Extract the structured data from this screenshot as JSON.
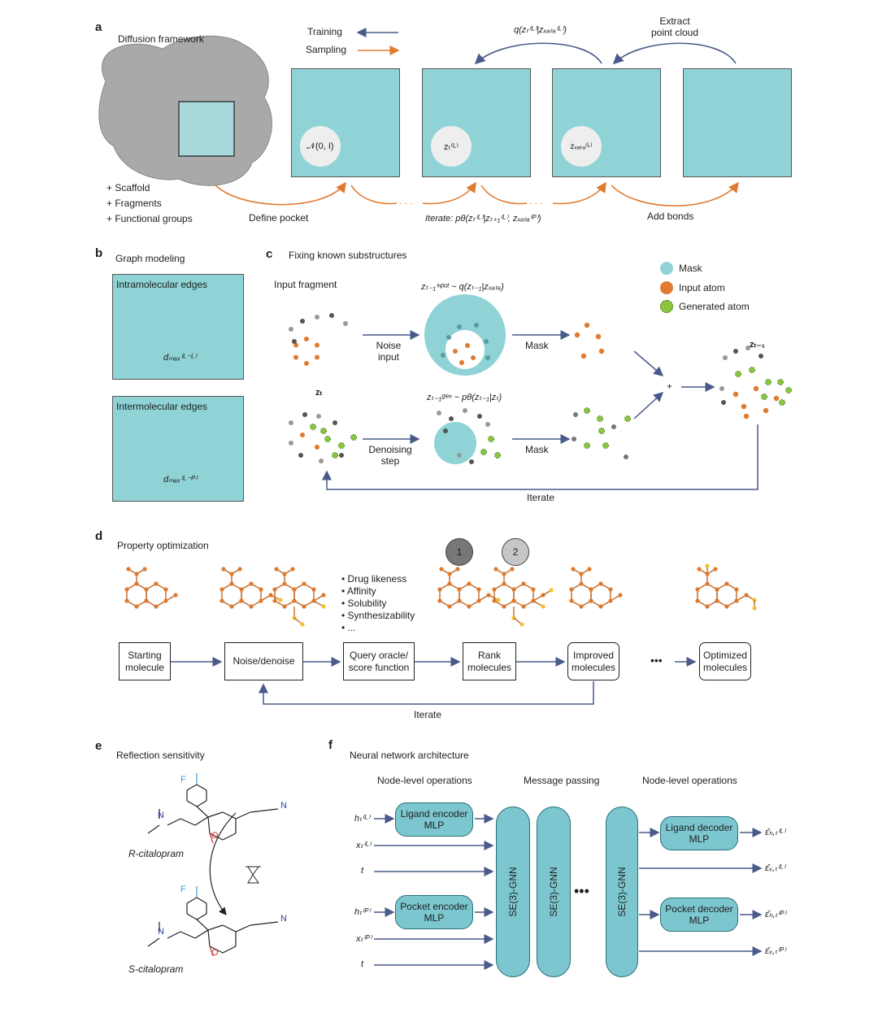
{
  "colors": {
    "teal": "#8fd3d6",
    "orange": "#e07a2e",
    "blue": "#2f3f9e",
    "green": "#8cc63f",
    "yellow": "#f2c230",
    "arrow": "#4a5a8a",
    "gray": "#6e6e6e"
  },
  "panel_a": {
    "letter": "a",
    "title": "Diffusion framework",
    "legend_training": "Training",
    "legend_sampling": "Sampling",
    "list": [
      "+ Scaffold",
      "+ Fragments",
      "+ Functional groups"
    ],
    "define_pocket": "Define pocket",
    "iterate": "Iterate: pθ(zₜ⁽ᴸ⁾|zₜ₊₁⁽ᴸ⁾, zₓₐₜₐ⁽ᴾ⁾)",
    "add_bonds": "Add bonds",
    "extract": "Extract\npoint cloud",
    "q_label": "q(zₜ⁽ᴸ⁾|zₓₐₜₐ⁽ᴸ⁾)",
    "circle_labels": [
      "𝒩(0, I)",
      "zₜ⁽ᴸ⁾",
      "zₓₐₜₐ⁽ᴸ⁾"
    ],
    "ellipsis": ". . ."
  },
  "panel_b": {
    "letter": "b",
    "title": "Graph modeling",
    "intra": "Intramolecular edges",
    "inter": "Intermolecular edges",
    "dmax_ll": "dₘₐₓ⁽ᴸ⁻ᴸ⁾",
    "dmax_lp": "dₘₐₓ⁽ᴸ⁻ᴾ⁾"
  },
  "panel_c": {
    "letter": "c",
    "title": "Fixing known substructures",
    "legend": [
      "Mask",
      "Input atom",
      "Generated atom"
    ],
    "input_fragment": "Input fragment",
    "noise_input": "Noise\ninput",
    "mask": "Mask",
    "denoising": "Denoising\nstep",
    "iterate": "Iterate",
    "plus": "+",
    "z_t": "zₜ",
    "z_t1": "zₜ₋₁",
    "eq_input": "zₜ₋₁ⁱⁿᵖᵘᵗ ~ q(zₜ₋₁|zₓₐₜₐ)",
    "eq_gen": "zₜ₋₁ᵍᵉⁿ ~ pθ(zₜ₋₁|zₜ)"
  },
  "panel_d": {
    "letter": "d",
    "title": "Property optimization",
    "properties": [
      "• Drug likeness",
      "• Affinity",
      "• Solubility",
      "• Synthesizability",
      "• ..."
    ],
    "rank_badges": [
      "1",
      "2"
    ],
    "boxes": [
      "Starting\nmolecule",
      "Noise/denoise",
      "Query oracle/\nscore function",
      "Rank\nmolecules",
      "Improved\nmolecules",
      "Optimized\nmolecules"
    ],
    "dots": "•••",
    "iterate": "Iterate"
  },
  "panel_e": {
    "letter": "e",
    "title": "Reflection sensitivity",
    "r_label": "R-citalopram",
    "s_label": "S-citalopram",
    "atom_f": "F",
    "atom_n": "N",
    "atom_o": "O",
    "atom_cn": "N"
  },
  "panel_f": {
    "letter": "f",
    "title": "Neural network architecture",
    "headers": [
      "Node-level operations",
      "Message passing",
      "Node-level operations"
    ],
    "inputs": [
      "hₜ⁽ᴸ⁾",
      "xₜ⁽ᴸ⁾",
      "t",
      "hₜ⁽ᴾ⁾",
      "xₜ⁽ᴾ⁾",
      "t"
    ],
    "encoders": [
      "Ligand encoder\nMLP",
      "Pocket encoder\nMLP"
    ],
    "gnn": "SE(3)-GNN",
    "dots": "•••",
    "decoders": [
      "Ligand decoder\nMLP",
      "Pocket decoder\nMLP"
    ],
    "outputs": [
      "ε̂ₕ,ₜ⁽ᴸ⁾",
      "ε̂ₓ,ₜ⁽ᴸ⁾",
      "ε̂ₕ,ₜ⁽ᴾ⁾",
      "ε̂ₓ,ₜ⁽ᴾ⁾"
    ]
  }
}
